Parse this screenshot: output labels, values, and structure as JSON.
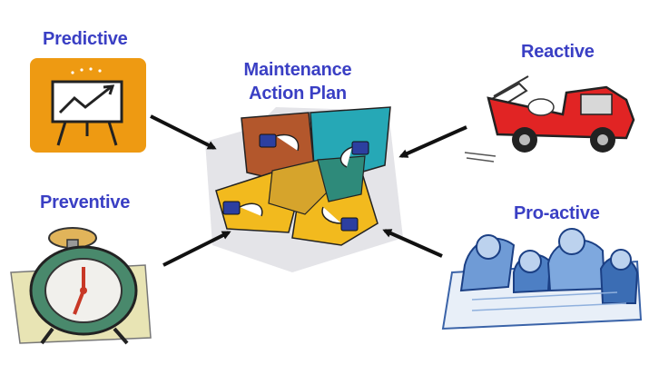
{
  "center": {
    "line1": "Maintenance",
    "line2": "Action Plan",
    "icon": "puzzle-hands-icon"
  },
  "nodes": {
    "predictive": {
      "label": "Predictive",
      "icon": "chart-easel-icon"
    },
    "preventive": {
      "label": "Preventive",
      "icon": "alarm-clock-icon"
    },
    "reactive": {
      "label": "Reactive",
      "icon": "fire-truck-icon"
    },
    "proactive": {
      "label": "Pro-active",
      "icon": "team-planning-icon"
    }
  },
  "colors": {
    "label": "#3a3fc4",
    "arrow": "#111111",
    "easel_bg": "#ee9a12"
  }
}
